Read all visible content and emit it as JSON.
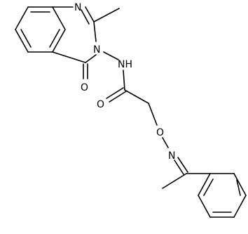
{
  "structure": {
    "atoms": {
      "n1": "N",
      "n3": "N",
      "o4": "O",
      "nh": "NH",
      "o_amide": "O",
      "o_ether": "O",
      "n_oxime": "N"
    }
  }
}
